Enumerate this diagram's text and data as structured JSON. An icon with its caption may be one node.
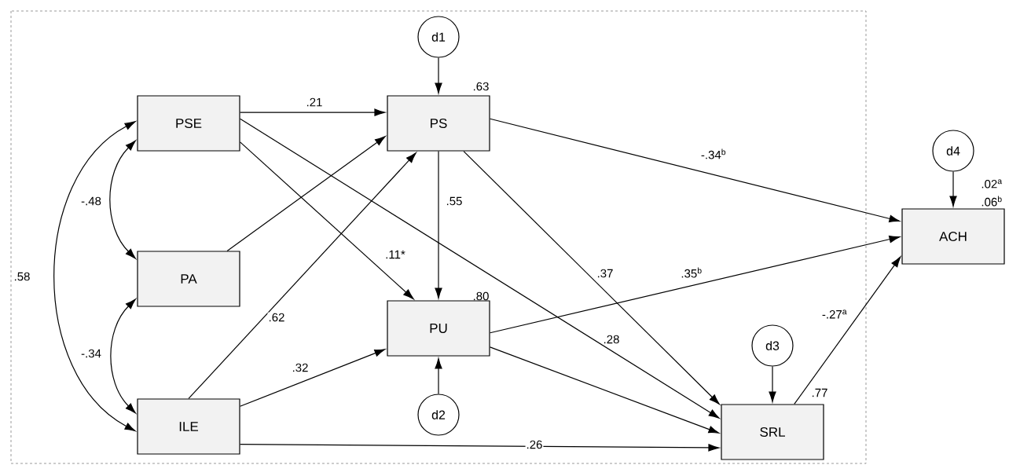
{
  "diagram": {
    "nodes": [
      {
        "text": [
          "PSE"
        ]
      },
      {
        "text": [
          "PA"
        ]
      },
      {
        "text": [
          "ILE"
        ]
      },
      {
        "text": [
          "PS"
        ],
        "beside": [
          ".63"
        ]
      },
      {
        "text": [
          "PU"
        ],
        "beside": [
          ".80"
        ]
      },
      {
        "text": [
          "SRL"
        ],
        "beside": [
          ".77"
        ]
      },
      {
        "text": [
          "ACH"
        ],
        "beside": [
          ".02$^{a}$",
          ".06$^{b}$"
        ]
      },
      {
        "text": [
          "d1"
        ]
      },
      {
        "text": [
          "d2"
        ]
      },
      {
        "text": [
          "d3"
        ]
      },
      {
        "text": [
          "d4"
        ]
      }
    ],
    "edges": [
      {
        "from": 0,
        "to": 3,
        "arrow": "to",
        "label": ".21"
      },
      {
        "from": 0,
        "to": 4,
        "arrow": "to",
        "label": ".11*"
      },
      {
        "from": 0,
        "to": 5,
        "arrow": "to",
        "label": ".28"
      },
      {
        "from": 1,
        "to": 3,
        "arrow": "to"
      },
      {
        "from": 2,
        "to": 3,
        "arrow": "to",
        "label": ".62"
      },
      {
        "from": 2,
        "to": 4,
        "arrow": "to",
        "label": ".32"
      },
      {
        "from": 2,
        "to": 5,
        "arrow": "to",
        "label": ".26"
      },
      {
        "from": 3,
        "to": 4,
        "arrow": "to",
        "label": ".55"
      },
      {
        "from": 3,
        "to": 6,
        "arrow": "to",
        "label": "-.34$^{b}$"
      },
      {
        "from": 3,
        "to": 5,
        "arrow": "to",
        "label": ".37"
      },
      {
        "from": 4,
        "to": 6,
        "arrow": "to",
        "label": ".35$^{b}$"
      },
      {
        "from": 4,
        "to": 5,
        "arrow": "to"
      },
      {
        "from": 5,
        "to": 6,
        "arrow": "to",
        "label": "-.27$^{a}$"
      },
      {
        "from": 7,
        "to": 3,
        "arrow": "to"
      },
      {
        "from": 8,
        "to": 4,
        "arrow": "to"
      },
      {
        "from": 9,
        "to": 5,
        "arrow": "to"
      },
      {
        "from": 10,
        "to": 6,
        "arrow": "to"
      },
      {
        "from": 0,
        "to": 1,
        "arrow": "both",
        "label": "-.48"
      },
      {
        "from": 1,
        "to": 2,
        "arrow": "both",
        "label": "-.34"
      },
      {
        "from": 0,
        "to": 2,
        "arrow": "both",
        "label": ".58"
      }
    ]
  }
}
